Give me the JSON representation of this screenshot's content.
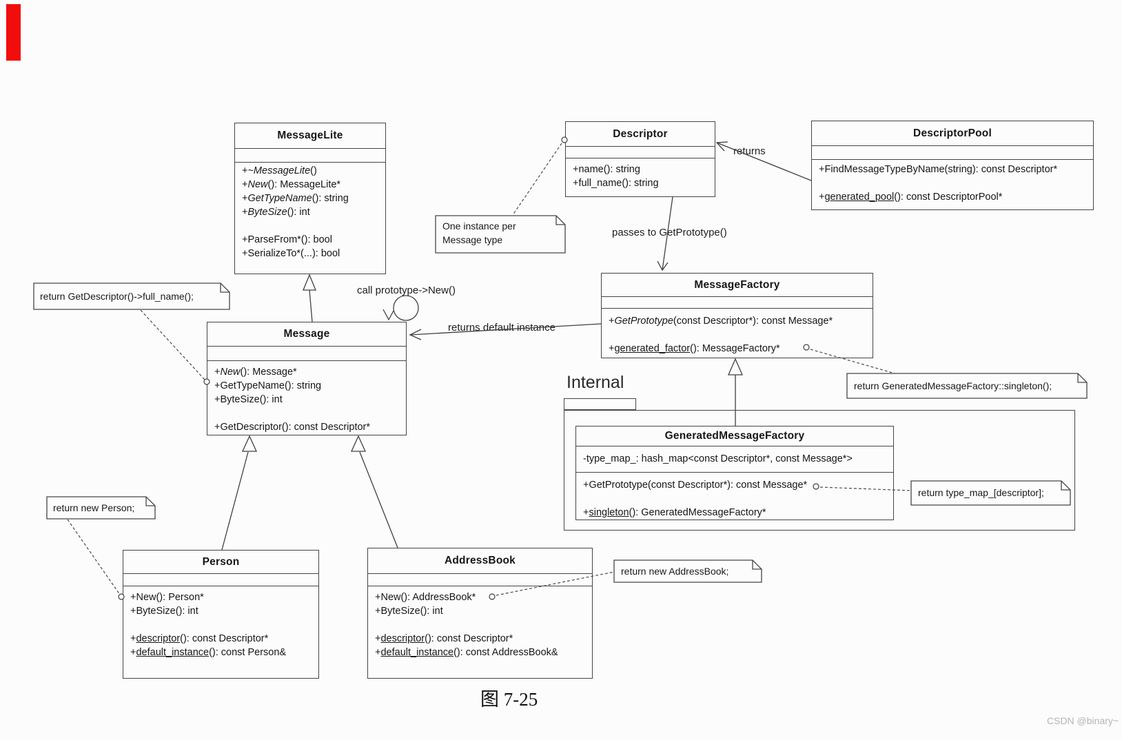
{
  "page": {
    "caption": "图 7-25",
    "watermark": "CSDN @binary~",
    "red_mark_color": "#f20d0d"
  },
  "package": {
    "label": "Internal"
  },
  "classes": {
    "messagelite": {
      "title": "MessageLite",
      "attrs": [],
      "methods": [
        [
          {
            "t": "+"
          },
          {
            "t": "~MessageLite",
            "i": true
          },
          {
            "t": "()"
          }
        ],
        [
          {
            "t": "+"
          },
          {
            "t": "New",
            "i": true
          },
          {
            "t": "(): MessageLite*"
          }
        ],
        [
          {
            "t": "+"
          },
          {
            "t": "GetTypeName",
            "i": true
          },
          {
            "t": "(): string"
          }
        ],
        [
          {
            "t": "+"
          },
          {
            "t": "ByteSize",
            "i": true
          },
          {
            "t": "(): int"
          }
        ],
        [],
        [
          {
            "t": "+ParseFrom*(): bool"
          }
        ],
        [
          {
            "t": "+SerializeTo*(...): bool"
          }
        ]
      ]
    },
    "descriptor": {
      "title": "Descriptor",
      "attrs": [],
      "methods": [
        [
          {
            "t": "+name(): string"
          }
        ],
        [
          {
            "t": "+full_name(): string"
          }
        ]
      ]
    },
    "descriptorpool": {
      "title": "DescriptorPool",
      "attrs": [],
      "methods": [
        [
          {
            "t": "+FindMessageTypeByName(string): const Descriptor*"
          }
        ],
        [],
        [
          {
            "t": "+"
          },
          {
            "t": "generated_pool",
            "u": true
          },
          {
            "t": "(): const DescriptorPool*"
          }
        ]
      ]
    },
    "messagefactory": {
      "title": "MessageFactory",
      "attrs": [],
      "methods": [
        [
          {
            "t": "+"
          },
          {
            "t": "GetPrototype",
            "i": true
          },
          {
            "t": "(const Descriptor*): const Message*"
          }
        ],
        [],
        [
          {
            "t": "+"
          },
          {
            "t": "generated_factor",
            "u": true
          },
          {
            "t": "(): MessageFactory*"
          }
        ]
      ]
    },
    "message": {
      "title": "Message",
      "attrs": [],
      "methods": [
        [
          {
            "t": "+"
          },
          {
            "t": "New",
            "i": true
          },
          {
            "t": "(): Message*"
          }
        ],
        [
          {
            "t": "+GetTypeName(): string"
          }
        ],
        [
          {
            "t": "+ByteSize(): int"
          }
        ],
        [],
        [
          {
            "t": "+GetDescriptor(): const Descriptor*"
          }
        ]
      ]
    },
    "gmf": {
      "title": "GeneratedMessageFactory",
      "attrs": [
        [
          {
            "t": "-type_map_: hash_map<const Descriptor*, const Message*>"
          }
        ]
      ],
      "methods": [
        [
          {
            "t": "+GetPrototype(const Descriptor*): const Message*"
          }
        ],
        [],
        [
          {
            "t": "+"
          },
          {
            "t": "singleton",
            "u": true
          },
          {
            "t": "(): GeneratedMessageFactory*"
          }
        ]
      ]
    },
    "person": {
      "title": "Person",
      "attrs": [],
      "methods": [
        [
          {
            "t": "+New(): Person*"
          }
        ],
        [
          {
            "t": "+ByteSize(): int"
          }
        ],
        [],
        [
          {
            "t": "+"
          },
          {
            "t": "descriptor",
            "u": true
          },
          {
            "t": "(): const Descriptor*"
          }
        ],
        [
          {
            "t": "+"
          },
          {
            "t": "default_instance",
            "u": true
          },
          {
            "t": "(): const Person&"
          }
        ]
      ]
    },
    "addressbook": {
      "title": "AddressBook",
      "attrs": [],
      "methods": [
        [
          {
            "t": "+New(): AddressBook*"
          }
        ],
        [
          {
            "t": "+ByteSize(): int"
          }
        ],
        [],
        [
          {
            "t": "+"
          },
          {
            "t": "descriptor",
            "u": true
          },
          {
            "t": "(): const Descriptor*"
          }
        ],
        [
          {
            "t": "+"
          },
          {
            "t": "default_instance",
            "u": true
          },
          {
            "t": "(): const AddressBook&"
          }
        ]
      ]
    }
  },
  "notes": {
    "fullname": [
      "return GetDescriptor()->full_name();"
    ],
    "oneinstance": [
      "One instance per",
      "Message type"
    ],
    "singleton": [
      "return GeneratedMessageFactory::singleton();"
    ],
    "typemap": [
      "return type_map_[descriptor];"
    ],
    "newperson": [
      "return new Person;"
    ],
    "newaddressbook": [
      "return new AddressBook;"
    ]
  },
  "edges": [
    {
      "from": "Message",
      "to": "MessageLite",
      "type": "generalization",
      "label": ""
    },
    {
      "from": "Person",
      "to": "Message",
      "type": "generalization",
      "label": ""
    },
    {
      "from": "AddressBook",
      "to": "Message",
      "type": "generalization",
      "label": ""
    },
    {
      "from": "GeneratedMessageFactory",
      "to": "MessageFactory",
      "type": "generalization",
      "label": ""
    },
    {
      "from": "DescriptorPool",
      "to": "Descriptor",
      "type": "dependency",
      "label": "returns"
    },
    {
      "from": "Descriptor",
      "to": "MessageFactory",
      "type": "dependency",
      "label": "passes to GetPrototype()"
    },
    {
      "from": "MessageFactory",
      "to": "Message",
      "type": "dependency",
      "label": "returns default instance"
    },
    {
      "from": "Message",
      "to": "Message",
      "type": "self-call",
      "label": "call prototype->New()"
    }
  ]
}
